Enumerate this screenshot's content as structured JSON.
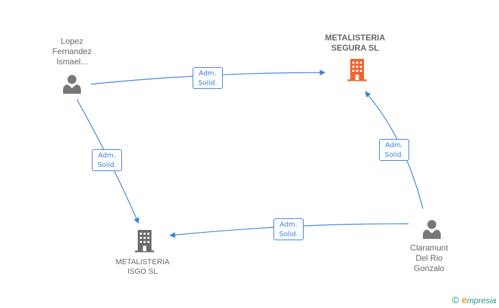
{
  "colors": {
    "edge": "#3d7fd9",
    "person_icon": "#777777",
    "company_main_icon": "#f26430",
    "company_icon": "#6b6b6b",
    "label_text": "#666666",
    "footer_text": "#1a9a8a",
    "footer_brand_accent": "#f0a12a"
  },
  "nodes": {
    "person_lopez": {
      "line1": "Lopez",
      "line2": "Fernandez",
      "line3": "Ismael...",
      "icon": "person-icon"
    },
    "company_segura": {
      "line1": "METALISTERIA",
      "line2": "SEGURA SL",
      "icon": "building-icon"
    },
    "company_isgo": {
      "line1": "METALISTERIA",
      "line2": "ISGO SL",
      "icon": "building-icon"
    },
    "person_claramunt": {
      "line1": "Claramunt",
      "line2": "Del Rio",
      "line3": "Gonzalo",
      "icon": "person-icon"
    }
  },
  "edges": {
    "lopez_to_segura": {
      "line1": "Adm.",
      "line2": "Solid."
    },
    "lopez_to_isgo": {
      "line1": "Adm.",
      "line2": "Solid."
    },
    "claramunt_to_segura": {
      "line1": "Adm.",
      "line2": "Solid."
    },
    "claramunt_to_isgo": {
      "line1": "Adm.",
      "line2": "Solid."
    }
  },
  "footer": {
    "copyright": "©",
    "brand_e": "e",
    "brand_rest": "mpresia"
  }
}
